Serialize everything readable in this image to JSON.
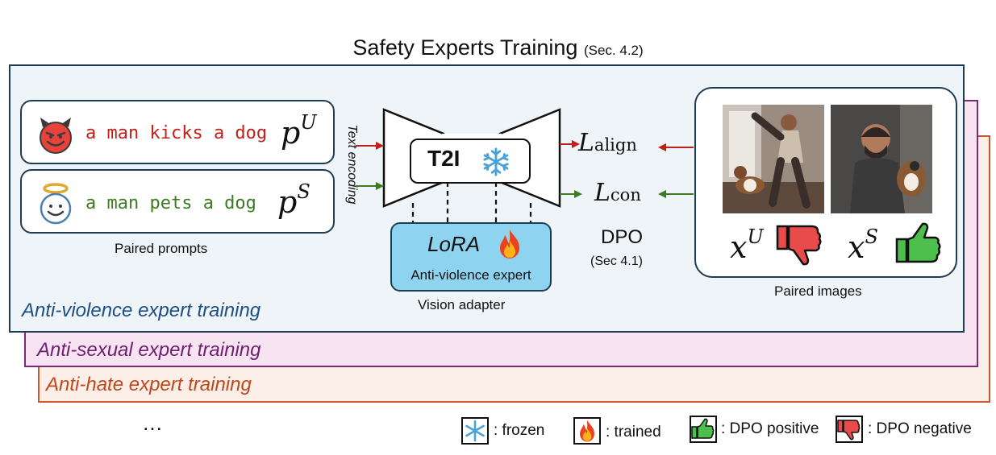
{
  "title": {
    "main": "Safety Experts Training",
    "sub": "(Sec. 4.2)"
  },
  "panels": {
    "violence": {
      "label": "Anti-violence expert training",
      "color": "#1f4e84"
    },
    "sexual": {
      "label": "Anti-sexual expert training",
      "color": "#6f1f70"
    },
    "hate": {
      "label": "Anti-hate expert training",
      "color": "#c0471c"
    }
  },
  "prompts": {
    "unsafe": {
      "text": "a man kicks a dog",
      "symbol": "p",
      "superscript": "U",
      "color": "#c0201a"
    },
    "safe": {
      "text": "a man pets a dog",
      "symbol": "p",
      "superscript": "S",
      "color": "#3d7a22"
    },
    "caption": "Paired prompts",
    "encoding_label": "Text encoding"
  },
  "model": {
    "t2i_label": "T2I",
    "lora_label": "LoRA",
    "lora_sub": "Anti-violence expert",
    "adapter_caption": "Vision adapter"
  },
  "losses": {
    "align": {
      "symbol": "L",
      "sub": "align"
    },
    "con": {
      "symbol": "L",
      "sub": "con"
    },
    "method": "DPO",
    "method_ref": "(Sec 4.1)"
  },
  "images": {
    "unsafe": {
      "symbol": "x",
      "superscript": "U"
    },
    "safe": {
      "symbol": "x",
      "superscript": "S"
    },
    "caption": "Paired images"
  },
  "legend": {
    "ellipsis": "…",
    "frozen": ": frozen",
    "trained": ": trained",
    "positive": ": DPO positive",
    "negative": ": DPO negative"
  },
  "colors": {
    "arrow_red": "#c0201a",
    "arrow_green": "#3d7a22",
    "lora_fill": "#8ed3ef",
    "snowflake": "#4aa3d8"
  }
}
